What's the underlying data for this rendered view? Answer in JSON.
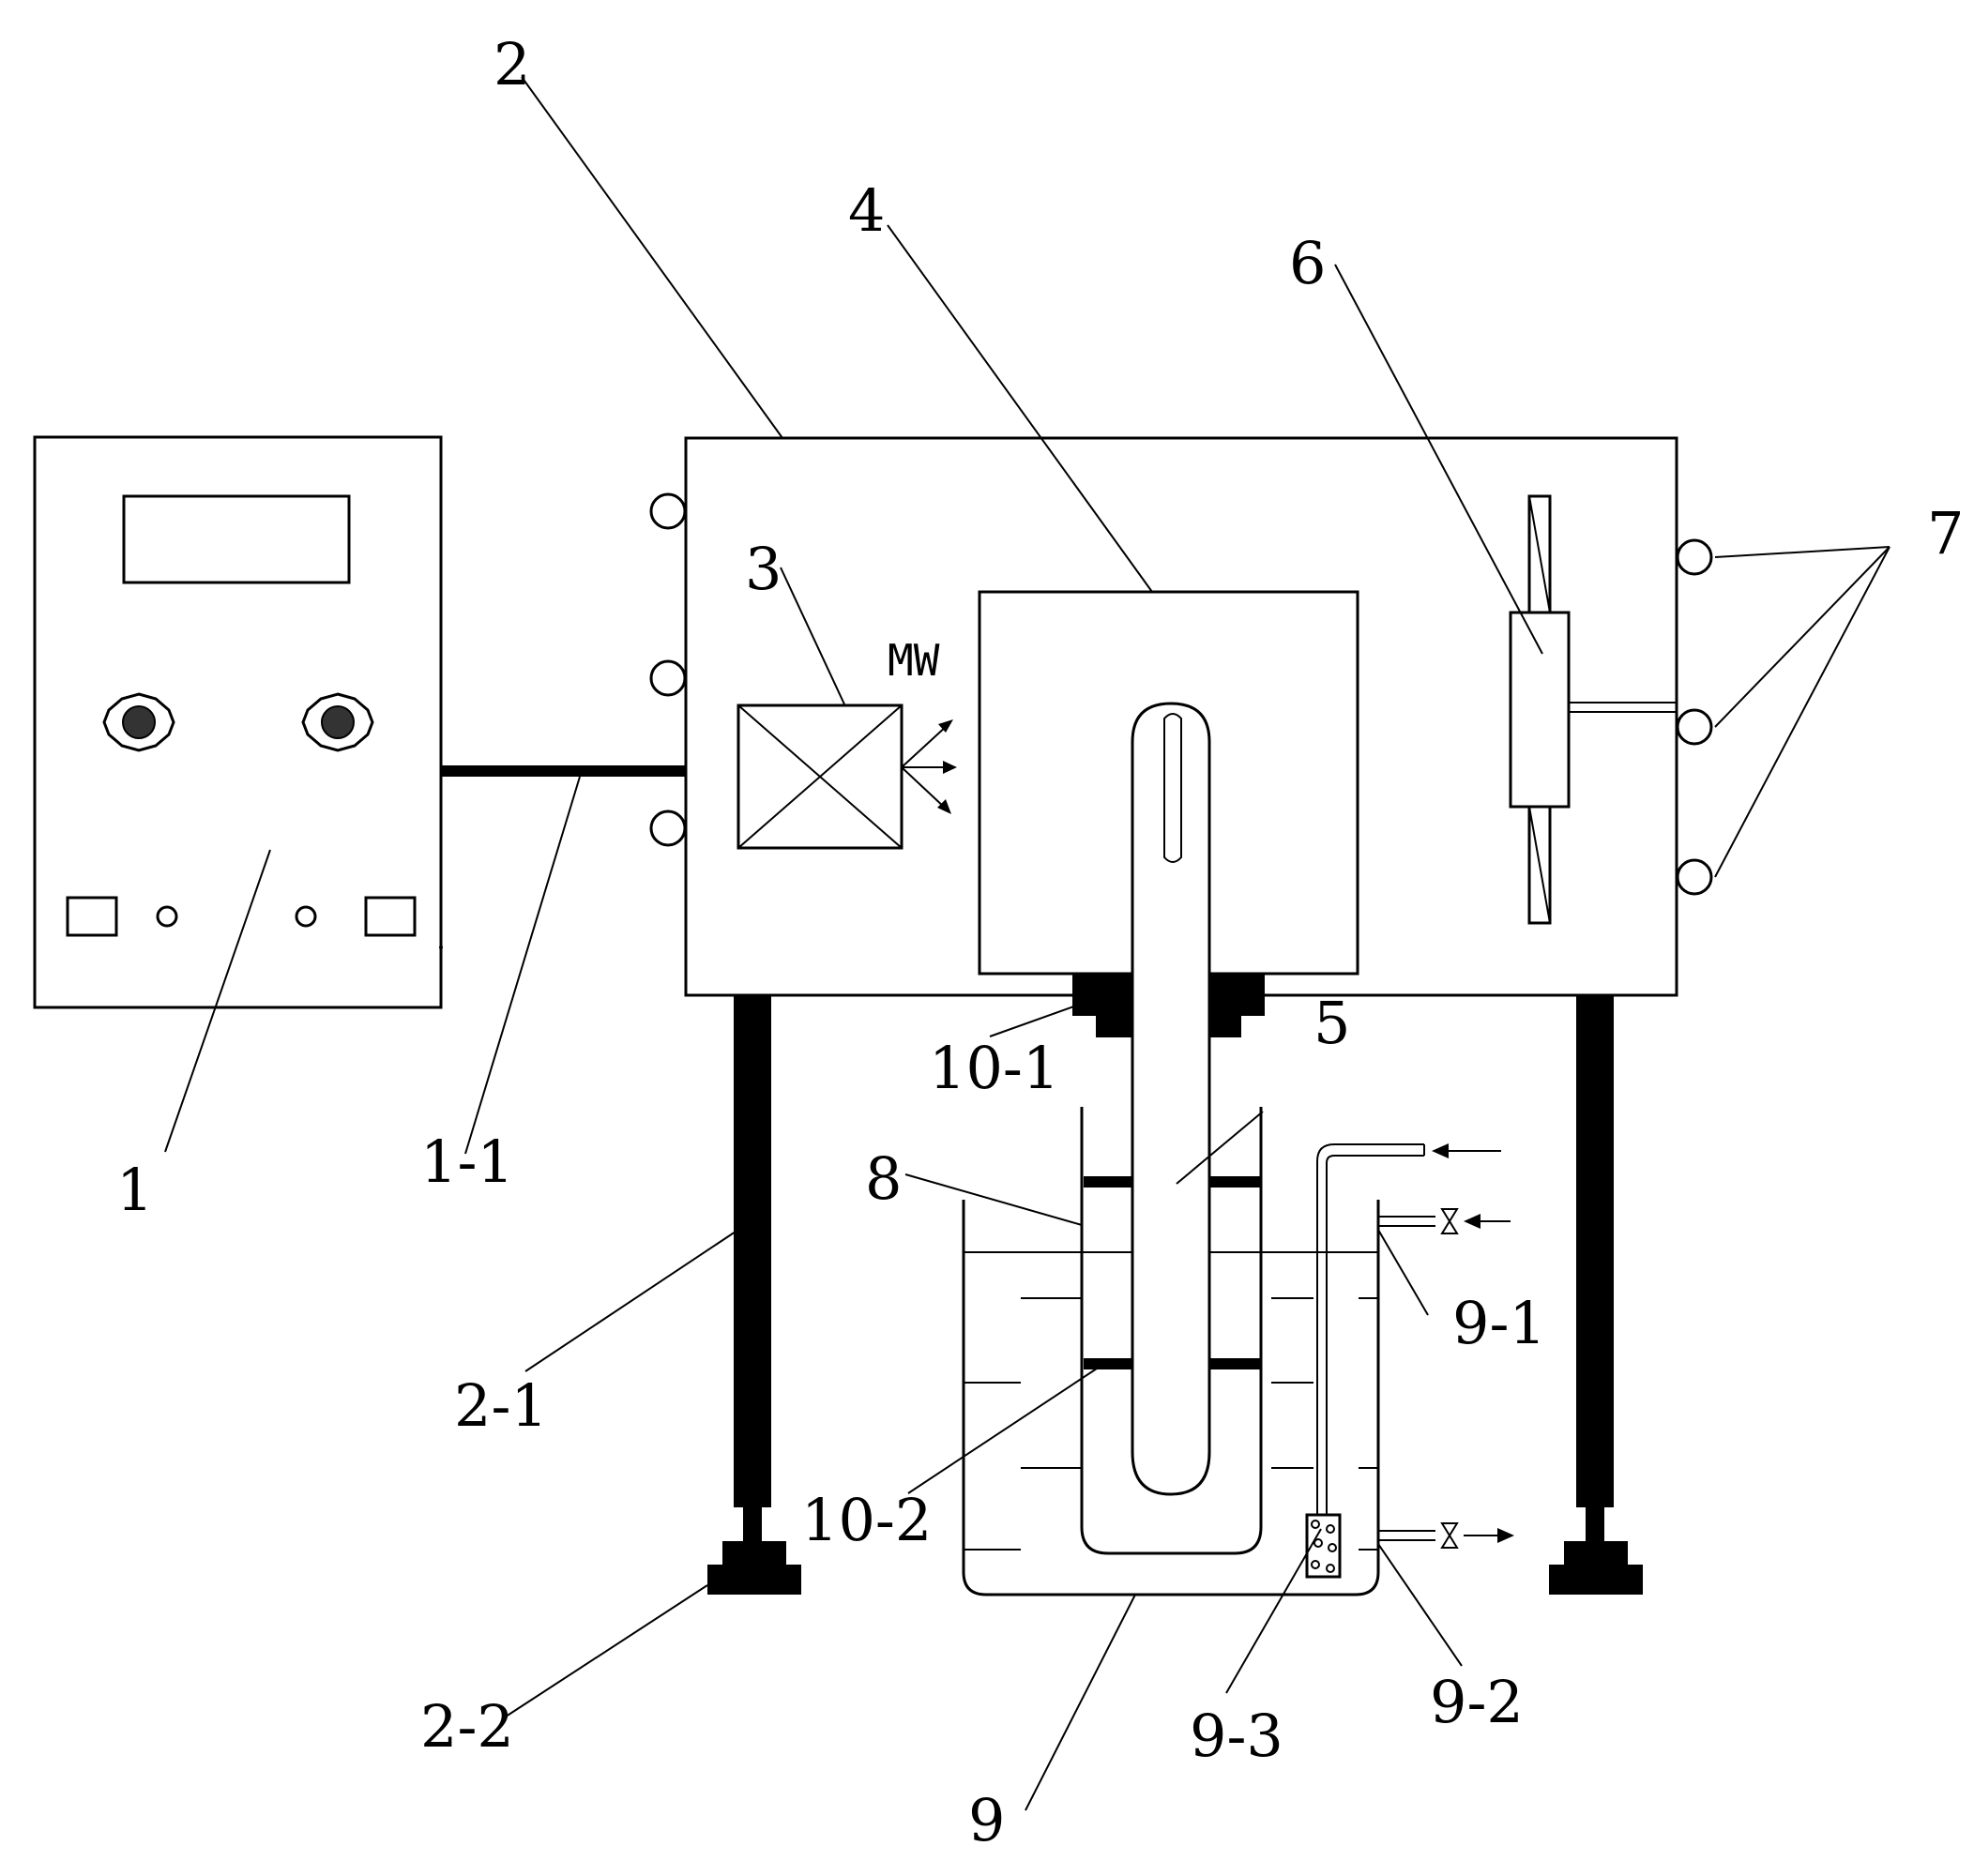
{
  "labels": {
    "l1": "1",
    "l1_1": "1-1",
    "l2": "2",
    "l2_1": "2-1",
    "l2_2": "2-2",
    "l3": "3",
    "l4": "4",
    "l5": "5",
    "l6": "6",
    "l7": "7",
    "l8": "8",
    "l9": "9",
    "l9_1": "9-1",
    "l9_2": "9-2",
    "l9_3": "9-3",
    "l10_1": "10-1",
    "l10_2": "10-2"
  },
  "microwave_label": "MW"
}
